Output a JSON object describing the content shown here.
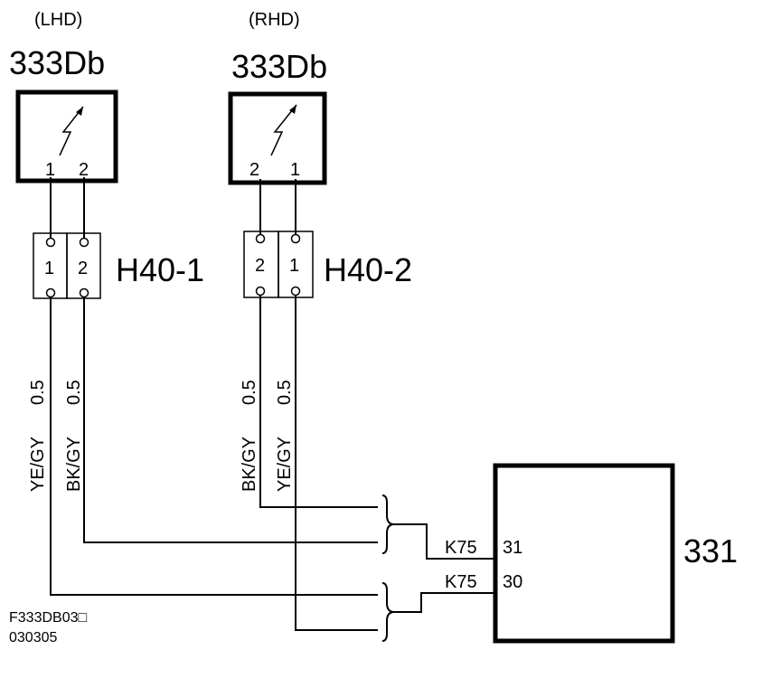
{
  "lhd": {
    "variant": "(LHD)",
    "component": "333Db",
    "pin_a": "1",
    "pin_b": "2",
    "connector": "H40-1",
    "conn_pin_a": "1",
    "conn_pin_b": "2",
    "wire_a_color": "YE/GY",
    "wire_a_size": "0.5",
    "wire_b_color": "BK/GY",
    "wire_b_size": "0.5"
  },
  "rhd": {
    "variant": "(RHD)",
    "component": "333Db",
    "pin_a": "2",
    "pin_b": "1",
    "connector": "H40-2",
    "conn_pin_a": "2",
    "conn_pin_b": "1",
    "wire_a_color": "BK/GY",
    "wire_a_size": "0.5",
    "wire_b_color": "YE/GY",
    "wire_b_size": "0.5"
  },
  "module": {
    "id": "331",
    "term1_conn": "K75",
    "term1_pin": "31",
    "term2_conn": "K75",
    "term2_pin": "30"
  },
  "footer": {
    "code": "F333DB03□",
    "date": "030305"
  }
}
